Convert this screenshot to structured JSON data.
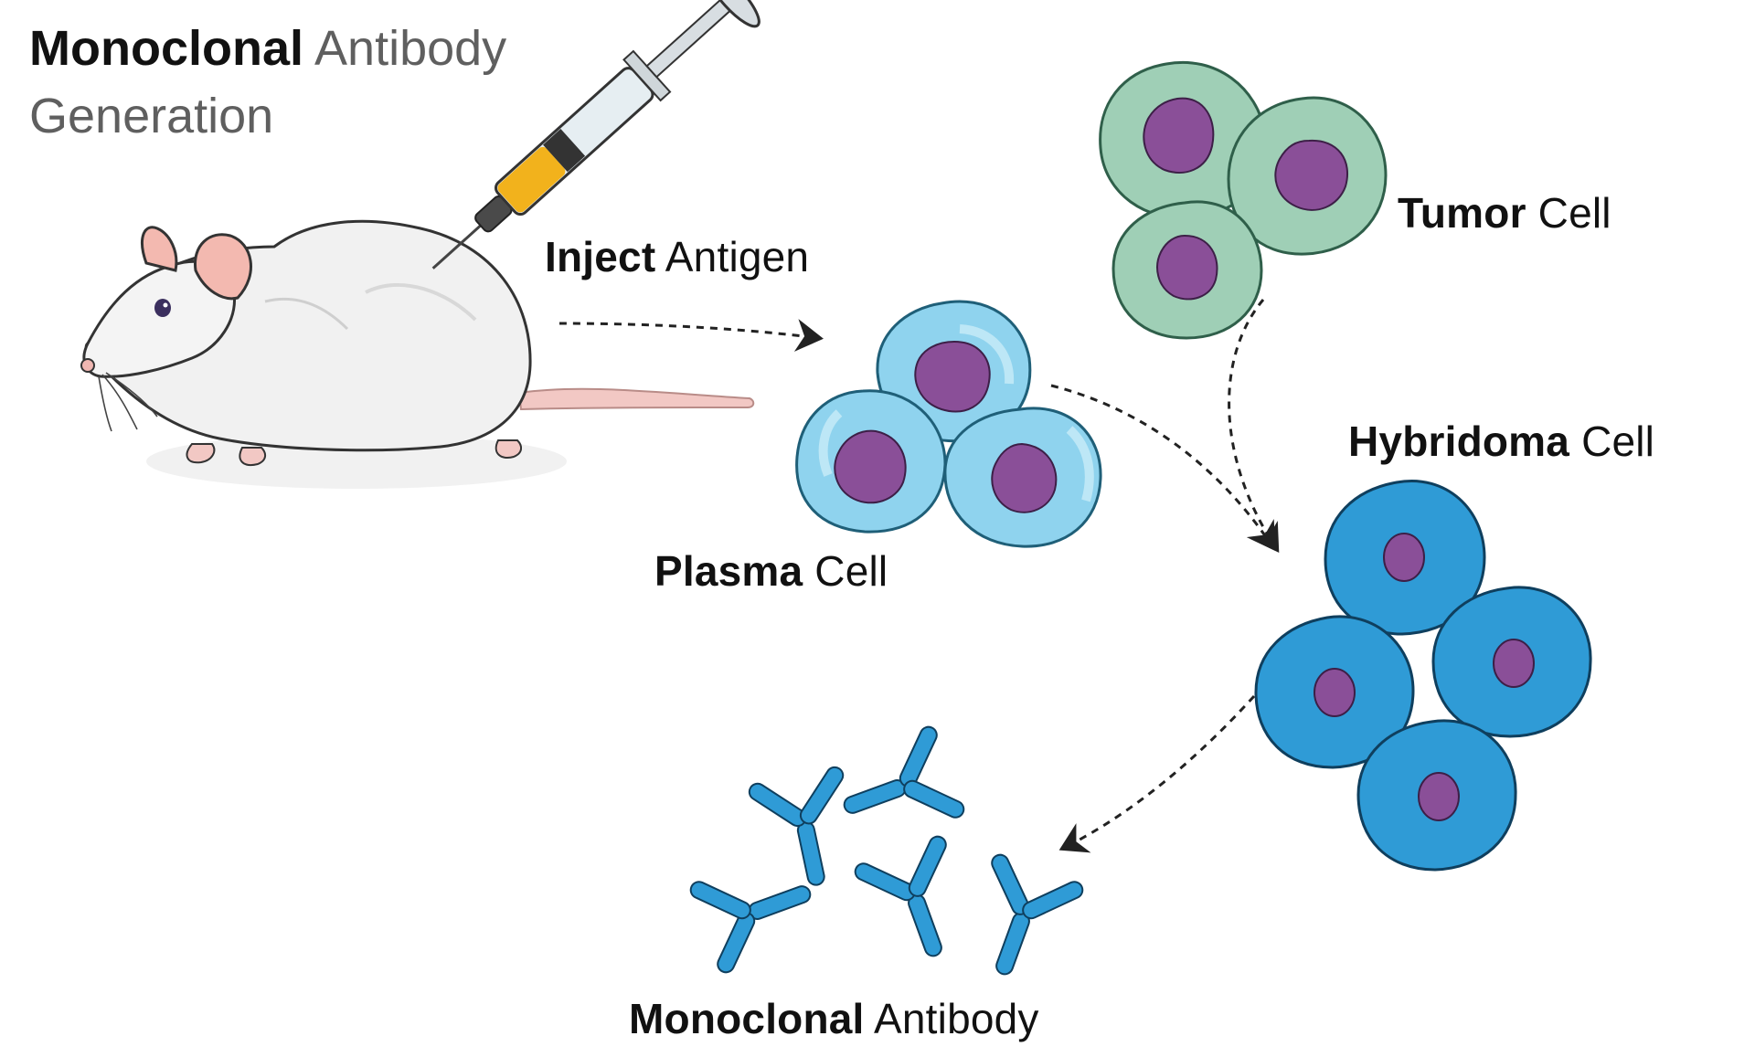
{
  "title": {
    "bold": "Monoclonal",
    "light_line1": "Antibody",
    "light_line2": "Generation"
  },
  "steps": {
    "inject": {
      "bold": "Inject",
      "regular": "Antigen"
    },
    "plasma": {
      "bold": "Plasma",
      "regular": "Cell"
    },
    "tumor": {
      "bold": "Tumor",
      "regular": "Cell"
    },
    "hybridoma": {
      "bold": "Hybridoma",
      "regular": "Cell"
    },
    "antibody": {
      "bold": "Monoclonal",
      "regular": "Antibody"
    }
  },
  "colors": {
    "plasma_cell": "#8fd3ee",
    "tumor_cell": "#9fcfb6",
    "hybridoma_cell": "#2f9bd6",
    "nucleus": "#8a4f98",
    "antibody": "#2f9bd6",
    "syringe_fluid": "#f2b21c",
    "mouse_body": "#f1f1f1",
    "mouse_ear": "#f3b9b0"
  }
}
